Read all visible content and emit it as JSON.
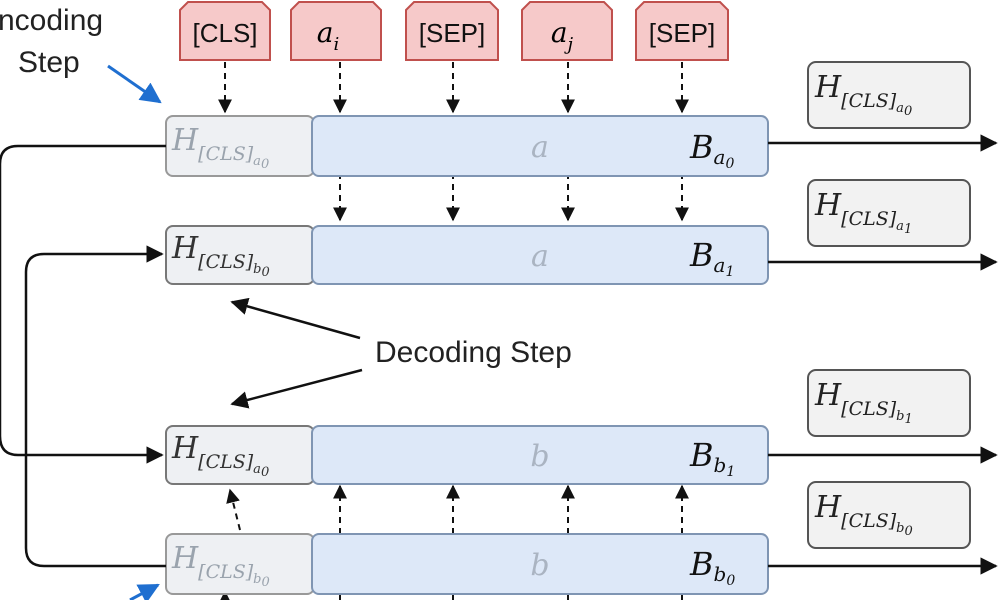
{
  "labels": {
    "encoding_line1": "ncoding",
    "encoding_line2": "Step",
    "decoding": "Decoding Step"
  },
  "tokens": [
    {
      "text": "[CLS]",
      "kind": "text"
    },
    {
      "text": "a",
      "sub": "i",
      "kind": "math"
    },
    {
      "text": "[SEP]",
      "kind": "text"
    },
    {
      "text": "a",
      "sub": "j",
      "kind": "math"
    },
    {
      "text": "[SEP]",
      "kind": "text"
    }
  ],
  "rows": [
    {
      "h_main": "H",
      "h_sub": "[CLS]",
      "h_subsub": "a",
      "h_subsubsub": "0",
      "seq": "a",
      "b_main": "B",
      "b_sub": "a",
      "b_subsub": "0"
    },
    {
      "h_main": "H",
      "h_sub": "[CLS]",
      "h_subsub": "b",
      "h_subsubsub": "0",
      "seq": "a",
      "b_main": "B",
      "b_sub": "a",
      "b_subsub": "1"
    },
    {
      "h_main": "H",
      "h_sub": "[CLS]",
      "h_subsub": "a",
      "h_subsubsub": "0",
      "seq": "b",
      "b_main": "B",
      "b_sub": "b",
      "b_subsub": "1"
    },
    {
      "h_main": "H",
      "h_sub": "[CLS]",
      "h_subsub": "b",
      "h_subsubsub": "0",
      "seq": "b",
      "b_main": "B",
      "b_sub": "b",
      "b_subsub": "0"
    }
  ],
  "outputs": [
    {
      "main": "H",
      "sub": "[CLS]",
      "subsub": "a",
      "subsubsub": "0"
    },
    {
      "main": "H",
      "sub": "[CLS]",
      "subsub": "a",
      "subsubsub": "1"
    },
    {
      "main": "H",
      "sub": "[CLS]",
      "subsub": "b",
      "subsubsub": "1"
    },
    {
      "main": "H",
      "sub": "[CLS]",
      "subsub": "b",
      "subsubsub": "0"
    }
  ],
  "colors": {
    "token_fill": "#f6c9c9",
    "token_stroke": "#c0504d",
    "seq_fill": "#dde8f8",
    "seq_stroke": "#7f95b3",
    "hcell_fill": "#eef0f3",
    "hcell_stroke": "#777777",
    "output_fill": "#f2f2f2",
    "output_stroke": "#555555",
    "arrow": "#111111",
    "blue_arrow": "#1f6fd0"
  }
}
